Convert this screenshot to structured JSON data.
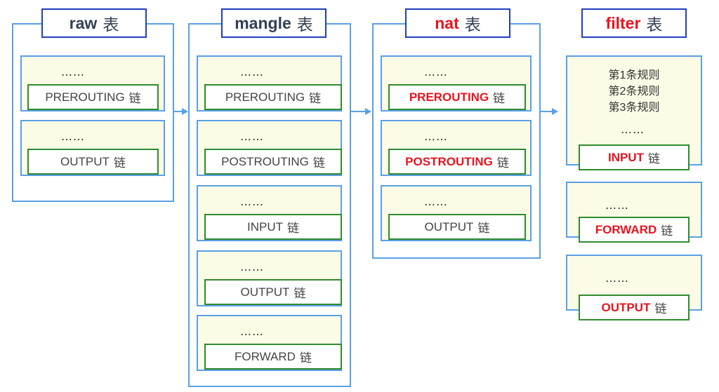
{
  "tables": [
    {
      "name": "raw",
      "suffix": "表",
      "highlight": false,
      "chains": [
        {
          "dots": "……",
          "name": "PREROUTING",
          "suffix": "链",
          "highlight": false
        },
        {
          "dots": "……",
          "name": "OUTPUT",
          "suffix": "链",
          "highlight": false
        }
      ]
    },
    {
      "name": "mangle",
      "suffix": "表",
      "highlight": false,
      "chains": [
        {
          "dots": "……",
          "name": "PREROUTING",
          "suffix": "链",
          "highlight": false
        },
        {
          "dots": "……",
          "name": "POSTROUTING",
          "suffix": "链",
          "highlight": false
        },
        {
          "dots": "……",
          "name": "INPUT",
          "suffix": "链",
          "highlight": false
        },
        {
          "dots": "……",
          "name": "OUTPUT",
          "suffix": "链",
          "highlight": false
        },
        {
          "dots": "……",
          "name": "FORWARD",
          "suffix": "链",
          "highlight": false
        }
      ]
    },
    {
      "name": "nat",
      "suffix": "表",
      "highlight": true,
      "chains": [
        {
          "dots": "……",
          "name": "PREROUTING",
          "suffix": "链",
          "highlight": true
        },
        {
          "dots": "……",
          "name": "POSTROUTING",
          "suffix": "链",
          "highlight": true
        },
        {
          "dots": "……",
          "name": "OUTPUT",
          "suffix": "链",
          "highlight": false
        }
      ]
    },
    {
      "name": "filter",
      "suffix": "表",
      "highlight": true,
      "chains": [
        {
          "rules": [
            "第1条规则",
            "第2条规则",
            "第3条规则"
          ],
          "dots": "……",
          "name": "INPUT",
          "suffix": "链",
          "highlight": true
        },
        {
          "dots": "……",
          "name": "FORWARD",
          "suffix": "链",
          "highlight": true
        },
        {
          "dots": "……",
          "name": "OUTPUT",
          "suffix": "链",
          "highlight": true
        }
      ]
    }
  ],
  "colors": {
    "table_border": "#5aa0e6",
    "title_border": "#1f3fbf",
    "chain_border": "#2e8b2e",
    "chain_fill": "#fbfbe6",
    "highlight_text": "#e8141e"
  }
}
